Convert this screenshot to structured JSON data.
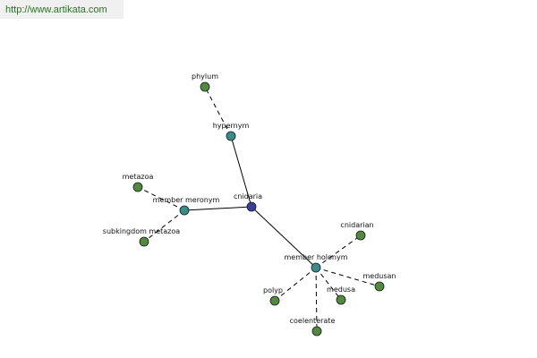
{
  "source_link": {
    "text": "http://www.artikata.com"
  },
  "graph": {
    "colors": {
      "center": "#3b3f9a",
      "relation": "#3a8b8b",
      "term": "#4f8a3e",
      "edge": "#000000"
    },
    "nodes": [
      {
        "id": "cnidaria",
        "label": "cnidaria",
        "kind": "center"
      },
      {
        "id": "hypernym",
        "label": "hypernym",
        "kind": "relation"
      },
      {
        "id": "member-meronym",
        "label": "member meronym",
        "kind": "relation"
      },
      {
        "id": "member-holonym",
        "label": "member holonym",
        "kind": "relation"
      },
      {
        "id": "phylum",
        "label": "phylum",
        "kind": "term"
      },
      {
        "id": "metazoa",
        "label": "metazoa",
        "kind": "term"
      },
      {
        "id": "subkingdom-metazoa",
        "label": "subkingdom metazoa",
        "kind": "term"
      },
      {
        "id": "cnidarian",
        "label": "cnidarian",
        "kind": "term"
      },
      {
        "id": "medusan",
        "label": "medusan",
        "kind": "term"
      },
      {
        "id": "medusa",
        "label": "medusa",
        "kind": "term"
      },
      {
        "id": "polyp",
        "label": "polyp",
        "kind": "term"
      },
      {
        "id": "coelenterate",
        "label": "coelenterate",
        "kind": "term"
      }
    ],
    "edges": [
      {
        "from": "cnidaria",
        "to": "hypernym",
        "style": "solid"
      },
      {
        "from": "cnidaria",
        "to": "member-meronym",
        "style": "solid"
      },
      {
        "from": "cnidaria",
        "to": "member-holonym",
        "style": "solid"
      },
      {
        "from": "hypernym",
        "to": "phylum",
        "style": "dashed"
      },
      {
        "from": "member-meronym",
        "to": "metazoa",
        "style": "dashed"
      },
      {
        "from": "member-meronym",
        "to": "subkingdom-metazoa",
        "style": "dashed"
      },
      {
        "from": "member-holonym",
        "to": "cnidarian",
        "style": "dashed"
      },
      {
        "from": "member-holonym",
        "to": "medusan",
        "style": "dashed"
      },
      {
        "from": "member-holonym",
        "to": "medusa",
        "style": "dashed"
      },
      {
        "from": "member-holonym",
        "to": "polyp",
        "style": "dashed"
      },
      {
        "from": "member-holonym",
        "to": "coelenterate",
        "style": "dashed"
      }
    ]
  }
}
